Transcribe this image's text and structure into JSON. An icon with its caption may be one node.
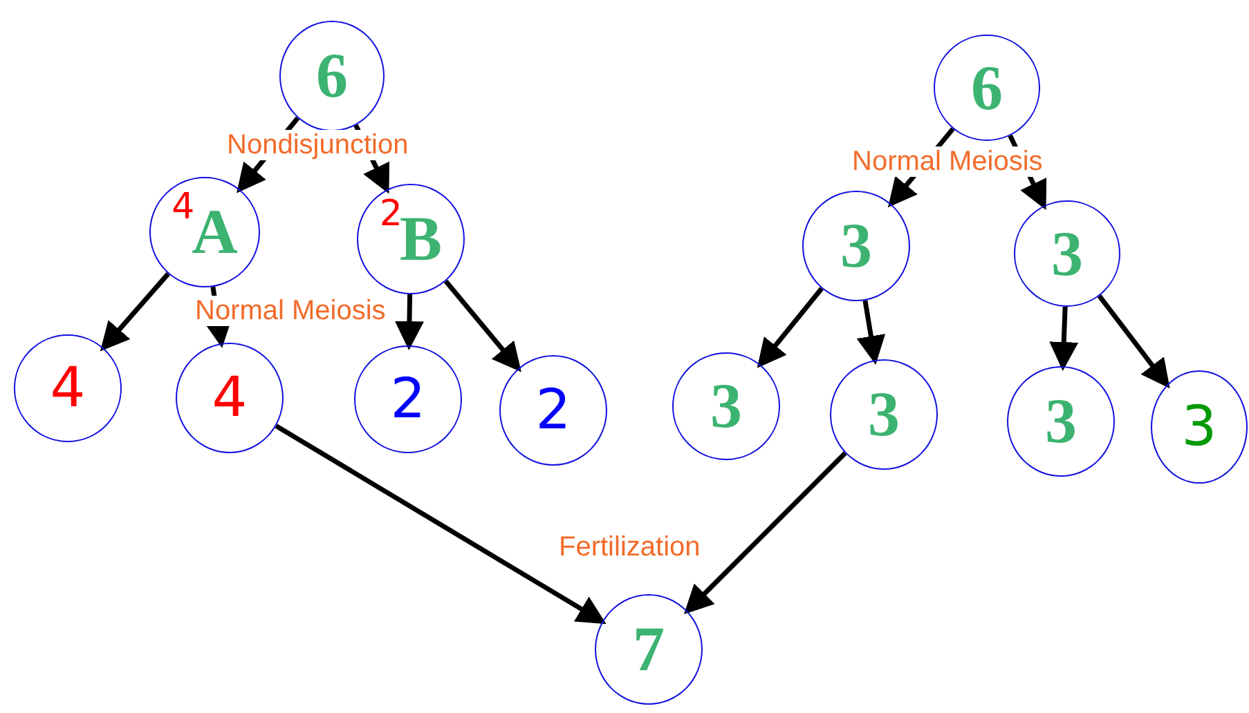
{
  "diagram": {
    "nodes": [
      {
        "text": [
          "6"
        ]
      },
      {
        "text": [
          "6"
        ]
      },
      {
        "text": [
          "4",
          "A"
        ]
      },
      {
        "text": [
          "2",
          "B"
        ]
      },
      {
        "text": [
          "3"
        ]
      },
      {
        "text": [
          "3"
        ]
      },
      {
        "text": [
          "4"
        ]
      },
      {
        "text": [
          "4"
        ]
      },
      {
        "text": [
          "2"
        ]
      },
      {
        "text": [
          "2"
        ]
      },
      {
        "text": [
          "3"
        ]
      },
      {
        "text": [
          "3"
        ]
      },
      {
        "text": [
          "3"
        ]
      },
      {
        "text": [
          "3"
        ]
      },
      {
        "text": [
          "7"
        ]
      }
    ],
    "edges": [
      {
        "from": 0,
        "to": 2,
        "arrow": "to"
      },
      {
        "from": 0,
        "to": 3,
        "arrow": "to"
      },
      {
        "from": 2,
        "to": 6,
        "arrow": "to"
      },
      {
        "from": 2,
        "to": 7,
        "arrow": "to"
      },
      {
        "from": 3,
        "to": 8,
        "arrow": "to"
      },
      {
        "from": 3,
        "to": 9,
        "arrow": "to"
      },
      {
        "from": 1,
        "to": 4,
        "arrow": "to"
      },
      {
        "from": 1,
        "to": 5,
        "arrow": "to"
      },
      {
        "from": 4,
        "to": 10,
        "arrow": "to"
      },
      {
        "from": 4,
        "to": 11,
        "arrow": "to"
      },
      {
        "from": 5,
        "to": 12,
        "arrow": "to"
      },
      {
        "from": 5,
        "to": 13,
        "arrow": "to"
      },
      {
        "from": 7,
        "to": 14,
        "arrow": "to"
      },
      {
        "from": 11,
        "to": 14,
        "arrow": "to"
      }
    ],
    "labels": [
      "Nondisjunction",
      "Normal Meiosis",
      "Normal Meiosis",
      "Fertilization"
    ]
  }
}
